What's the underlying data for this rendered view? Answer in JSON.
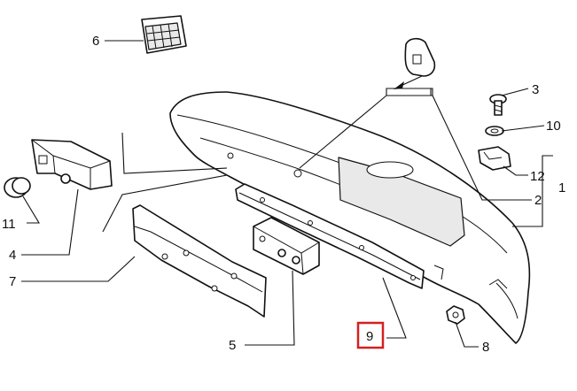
{
  "diagram": {
    "callouts": [
      {
        "id": "1",
        "label": "1"
      },
      {
        "id": "2",
        "label": "2"
      },
      {
        "id": "3",
        "label": "3"
      },
      {
        "id": "4",
        "label": "4"
      },
      {
        "id": "5",
        "label": "5"
      },
      {
        "id": "6",
        "label": "6"
      },
      {
        "id": "7",
        "label": "7"
      },
      {
        "id": "8",
        "label": "8"
      },
      {
        "id": "9",
        "label": "9",
        "highlighted": true
      },
      {
        "id": "10",
        "label": "10"
      },
      {
        "id": "11",
        "label": "11"
      },
      {
        "id": "12",
        "label": "12"
      }
    ],
    "highlight_color": "#d32020"
  }
}
